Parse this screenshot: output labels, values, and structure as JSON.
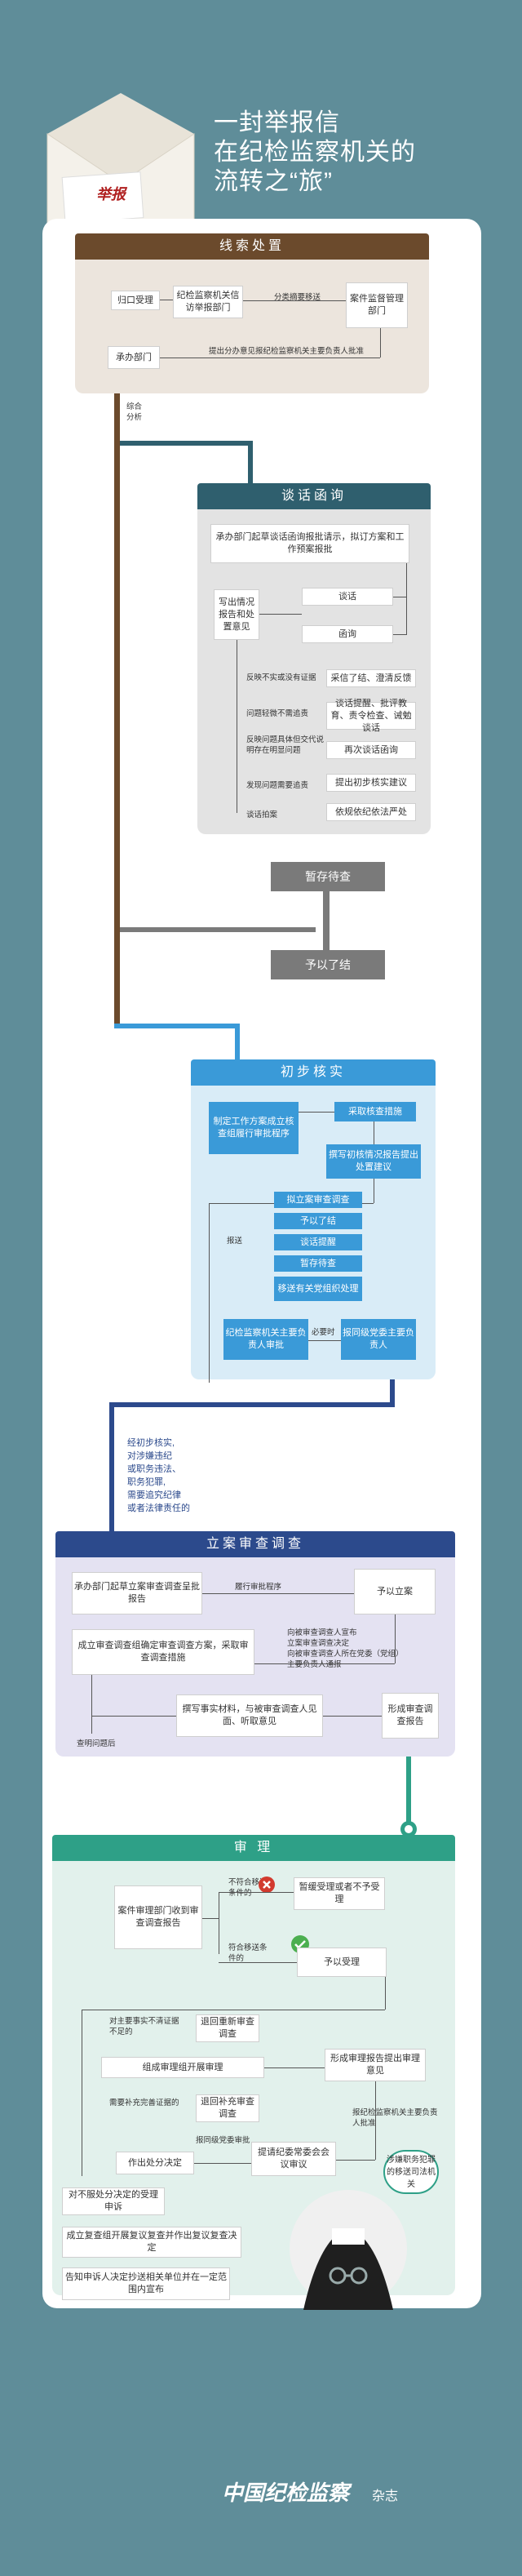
{
  "title": {
    "line1": "一封举报信",
    "line2": "在纪检监察机关的",
    "line3": "流转之“旅”",
    "stamp": "举报"
  },
  "colors": {
    "background": "#5f8d99",
    "clue": "#6b4a2c",
    "talk": "#2f5f6e",
    "verify": "#3a9ad8",
    "case": "#2c4a8c",
    "trial": "#2ea087",
    "suspend": "#7a7a7a"
  },
  "clue": {
    "header": "线索处置",
    "b_return": "归口受理",
    "b_leaders": "纪检监察机关信访举报部门",
    "l_transfer": "分类摘要移送",
    "b_case_mgmt": "案件监督管理部门",
    "b_undertake": "承办部门",
    "l_propose": "提出分办意见报纪检监察机关主要负责人批准",
    "l_analysis": "综合分析"
  },
  "talk": {
    "header": "谈话函询",
    "b_plan": "承办部门起草谈话函询报批请示，拟订方案和工作预案报批",
    "b_report": "写出情况报告和处置意见",
    "b_talk": "谈话",
    "b_letter": "函询",
    "l1": "反映不实或没有证据",
    "r1": "采信了结、澄清反馈",
    "l2": "问题轻微不需追责",
    "r2": "谈话提醒、批评教育、责令检查、诫勉谈话",
    "l3": "反映问题具体但交代说明存在明显问题",
    "r3": "再次谈话函询",
    "l4": "发现问题需要追责",
    "r4": "提出初步核实建议",
    "l5": "谈话拍案",
    "r5": "依规依纪依法严处"
  },
  "pending": {
    "suspend": "暂存待查",
    "close": "予以了结"
  },
  "verify": {
    "header": "初步核实",
    "b_plan": "制定工作方案成立核查组履行审批程序",
    "b_measure": "采取核查措施",
    "b_report": "撰写初核情况报告提出处置建议",
    "l_report": "报送",
    "items": [
      "拟立案审查调查",
      "予以了结",
      "谈话提醒",
      "暂存待查",
      "移送有关党组织处理"
    ],
    "b_leader": "纪检监察机关主要负责人审批",
    "l_necessary": "必要时",
    "b_upper": "报同级党委主要负责人"
  },
  "between": {
    "text1": "经初步核实,",
    "text2": "对涉嫌违纪",
    "text3": "或职务违法、",
    "text4": "职务犯罪,",
    "text5": "需要追究纪律",
    "text6": "或者法律责任的"
  },
  "case": {
    "header": "立案审查调查",
    "b_draft": "承办部门起草立案审查调查呈批报告",
    "l_approve": "履行审批程序",
    "b_file": "予以立案",
    "l_announce1": "向被审查调查人宣布",
    "l_announce2": "立案审查调查决定",
    "l_announce3": "向被审查调查人所在党委（党组）主要负责人通报",
    "b_team": "成立审查调查组确定审查调查方案，采取审查调查措施",
    "l_found": "查明问题后",
    "b_evidence": "撰写事实材料，与被审查调查人见面、听取意见",
    "b_form": "形成审查调查报告"
  },
  "trial": {
    "header": "审 理",
    "b_dept": "案件审理部门收到审查调查报告",
    "l_no": "不符合移送条件的",
    "b_no": "暂缓受理或者不予受理",
    "l_yes": "符合移送条件的",
    "b_yes": "予以受理",
    "l_fact": "对主要事实不清证据不足的",
    "b_return1": "退回重新审查调查",
    "b_group": "组成审理组开展审理",
    "b_opinion": "形成审理报告提出审理意见",
    "l_supplement": "需要补充完善证据的",
    "b_return2": "退回补充审查调查",
    "l_submit": "报同级党委审批",
    "b_decision": "作出处分决定",
    "b_meeting": "提请纪委常委会会议审议",
    "l_leader": "报纪检监察机关主要负责人批准",
    "b_transfer": "涉嫌职务犯罪的移送司法机关",
    "b_appeal": "对不服处分决定的受理申诉",
    "b_review": "成立复查组开展复议复查并作出复议复查决定",
    "b_notify": "告知申诉人决定抄送相关单位并在一定范围内宣布"
  },
  "footer": {
    "brand": "中国纪检监察",
    "suffix": "杂志"
  }
}
